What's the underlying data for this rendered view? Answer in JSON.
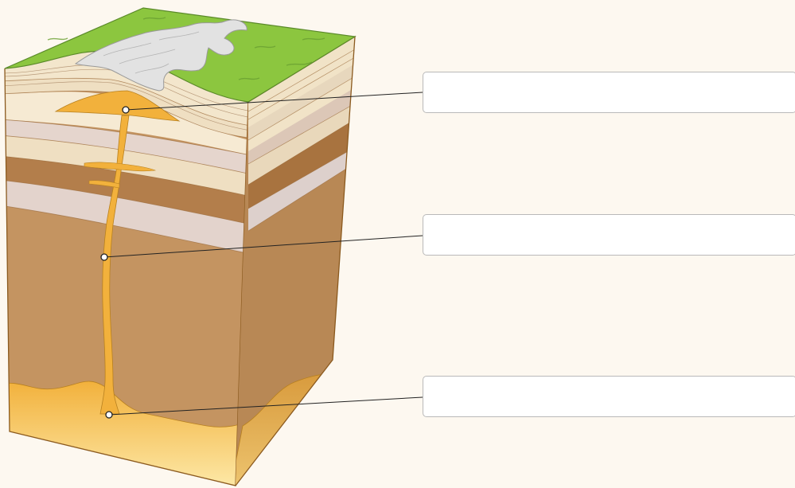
{
  "labels": [
    {
      "id": "sill-label",
      "text": ""
    },
    {
      "id": "dike-label",
      "text": ""
    },
    {
      "id": "magma-chamber-label",
      "text": ""
    }
  ],
  "colors": {
    "background": "#fdf8f0",
    "grass": "#8cc63f",
    "rock_outcrop": "#e2e2e2",
    "magma": "#f2b13c",
    "deep_rock": "#c49461",
    "dark_band": "#b37e4b",
    "pink_band": "#e3d3cc",
    "cream_band": "#efdfc2",
    "outline": "#8b5a1f"
  }
}
